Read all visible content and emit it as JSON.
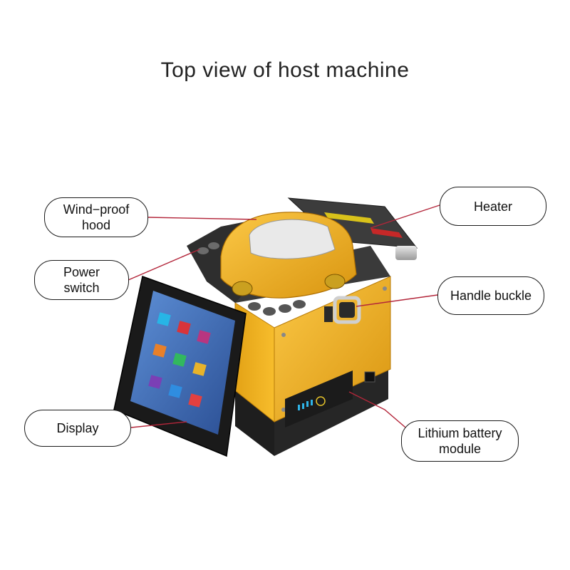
{
  "title": "Top view of host machine",
  "callouts": {
    "wind_proof_hood": "Wind−proof\nhood",
    "power_switch": "Power\nswitch",
    "display": "Display",
    "heater": "Heater",
    "handle_buckle": "Handle buckle",
    "lithium_battery_module": "Lithium battery\nmodule"
  },
  "colors": {
    "leader_line": "#b3263a",
    "body_yellow": "#f2b11d",
    "body_dark": "#2b2b2b",
    "screen_blue": "#3f6fb8"
  }
}
